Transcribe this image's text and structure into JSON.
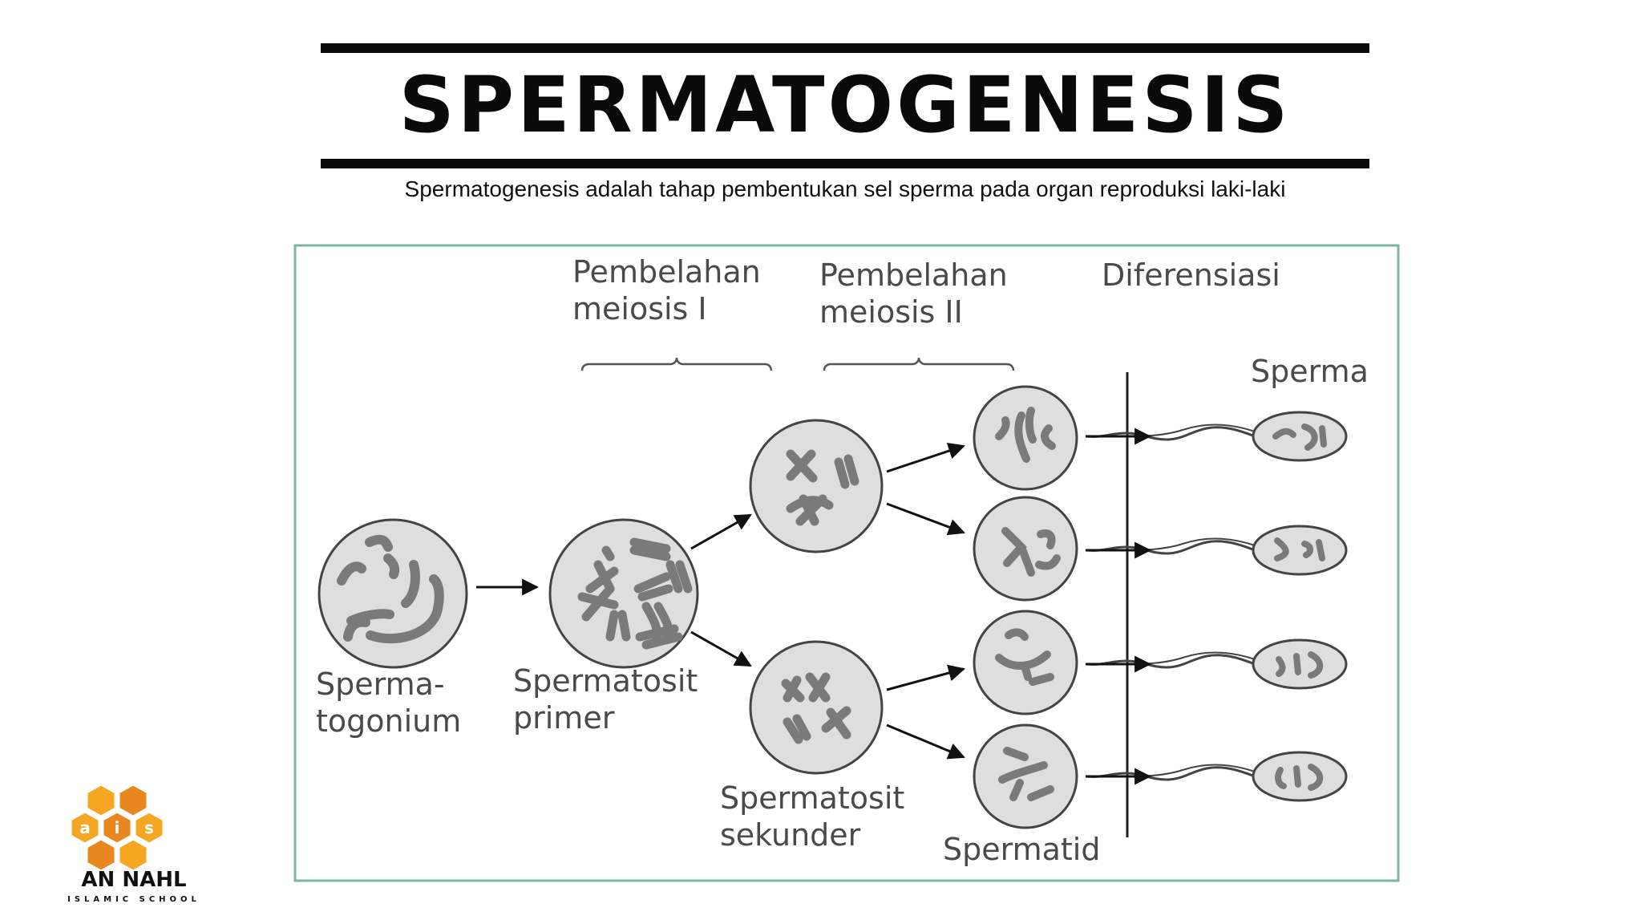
{
  "header": {
    "title": "SPERMATOGENESIS",
    "subtitle": "Spermatogenesis adalah tahap pembentukan sel sperma pada organ reproduksi laki-laki"
  },
  "diagram": {
    "phases": {
      "meiosis1": [
        "Pembelahan",
        "meiosis I"
      ],
      "meiosis2": [
        "Pembelahan",
        "meiosis II"
      ],
      "differentiation": "Diferensiasi"
    },
    "cells": {
      "spermatogonium": [
        "Sperma-",
        "togonium"
      ],
      "primary": [
        "Spermatosit",
        "primer"
      ],
      "secondary": [
        "Spermatosit",
        "sekunder"
      ],
      "spermatid": "Spermatid",
      "sperm": "Sperma"
    },
    "colors": {
      "frame": "#7fb7a0",
      "cell_fill": "#dedede",
      "cell_stroke": "#444444",
      "chromosome": "#8a8a8a",
      "label": "#4a4a4a"
    }
  },
  "logo": {
    "letters": [
      "a",
      "i",
      "s"
    ],
    "name": "AN NAHL",
    "subtitle": "ISLAMIC SCHOOL",
    "colors": {
      "primary": "#f5a623",
      "secondary": "#e8871e"
    }
  }
}
